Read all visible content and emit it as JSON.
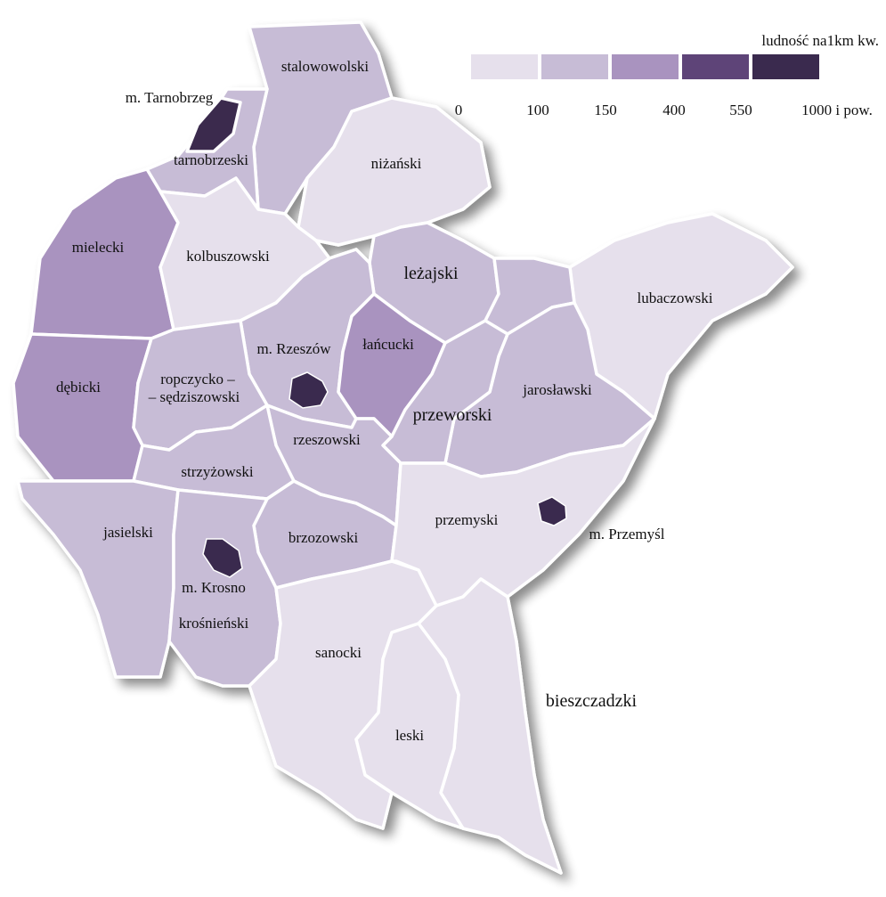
{
  "legend": {
    "title": "ludność na1km kw.",
    "ticks": [
      "0",
      "100",
      "150",
      "400",
      "550",
      "1000 i pow."
    ],
    "colors": [
      "#e6e0ec",
      "#c7bcd6",
      "#a993bf",
      "#5e4478",
      "#3a2a4e"
    ]
  },
  "regions": [
    {
      "label": "stalowowolski",
      "class": 1
    },
    {
      "label": "m. Tarnobrzeg",
      "class": 4
    },
    {
      "label": "tarnobrzeski",
      "class": 1
    },
    {
      "label": "niżański",
      "class": 0
    },
    {
      "label": "mielecki",
      "class": 2
    },
    {
      "label": "kolbuszowski",
      "class": 0
    },
    {
      "label": "leżajski",
      "class": 1
    },
    {
      "label": "lubaczowski",
      "class": 0
    },
    {
      "label": "m. Rzeszów",
      "class": 4
    },
    {
      "label": "łańcucki",
      "class": 2
    },
    {
      "label": "dębicki",
      "class": 2
    },
    {
      "label": "ropczycko –",
      "class": 1
    },
    {
      "label": "– sędziszowski",
      "class": 1
    },
    {
      "label": "jarosławski",
      "class": 1
    },
    {
      "label": "przeworski",
      "class": 1
    },
    {
      "label": "rzeszowski",
      "class": 1
    },
    {
      "label": "strzyżowski",
      "class": 1
    },
    {
      "label": "jasielski",
      "class": 1
    },
    {
      "label": "brzozowski",
      "class": 1
    },
    {
      "label": "przemyski",
      "class": 0
    },
    {
      "label": "m. Przemyśl",
      "class": 4
    },
    {
      "label": "m. Krosno",
      "class": 4
    },
    {
      "label": "krośnieński",
      "class": 1
    },
    {
      "label": "sanocki",
      "class": 0
    },
    {
      "label": "bieszczadzki",
      "class": 0
    },
    {
      "label": "leski",
      "class": 0
    }
  ]
}
